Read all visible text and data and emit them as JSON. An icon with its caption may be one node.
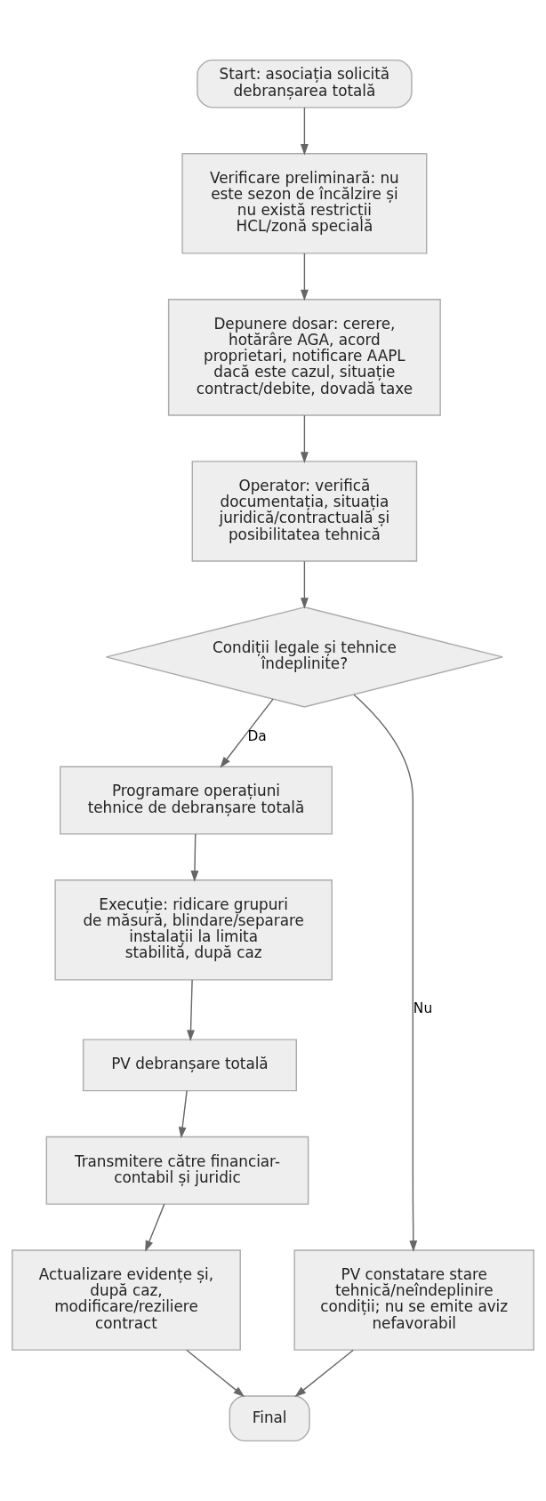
{
  "diagram": {
    "nodes": [
      {
        "text": [
          "Start: asociația solicită debranșarea totală"
        ]
      },
      {
        "text": [
          "Verificare preliminară: nu este sezon de încălzire și nu există restricții HCL/zonă specială"
        ]
      },
      {
        "text": [
          "Depunere dosar: cerere, hotărâre AGA, acord proprietari, notificare AAPL dacă este cazul, situație contract/debite, dovadă taxe"
        ]
      },
      {
        "text": [
          "Operator: verifică documentația, situația juridică/contractuală și posibilitatea tehnică"
        ]
      },
      {
        "text": [
          "Condiții legale și tehnice îndeplinite?"
        ]
      },
      {
        "text": [
          "Programare operațiuni tehnice de debranșare totală"
        ]
      },
      {
        "text": [
          "Execuție: ridicare grupuri de măsură, blindare/separare instalații la limita stabilită, după caz"
        ]
      },
      {
        "text": [
          "PV debranșare totală"
        ]
      },
      {
        "text": [
          "Transmitere către financiar-contabil și juridic"
        ]
      },
      {
        "text": [
          "PV constatare stare tehnică/neîndeplinire condiții; nu se emite aviz nefavorabil"
        ]
      },
      {
        "text": [
          "Actualizare evidențe și, după caz, modificare/reziliere contract"
        ]
      },
      {
        "text": [
          "Final"
        ]
      }
    ],
    "edges": [
      {
        "from": 0,
        "to": 1,
        "arrow": "to"
      },
      {
        "from": 1,
        "to": 2,
        "arrow": "to"
      },
      {
        "from": 2,
        "to": 3,
        "arrow": "to"
      },
      {
        "from": 3,
        "to": 4,
        "arrow": "to"
      },
      {
        "from": 4,
        "to": 5,
        "arrow": "to",
        "label": "Da"
      },
      {
        "from": 5,
        "to": 6,
        "arrow": "to"
      },
      {
        "from": 6,
        "to": 7,
        "arrow": "to"
      },
      {
        "from": 7,
        "to": 8,
        "arrow": "to"
      },
      {
        "from": 8,
        "to": 10,
        "arrow": "to"
      },
      {
        "from": 4,
        "to": 9,
        "arrow": "to",
        "label": "Nu"
      },
      {
        "from": 9,
        "to": 11,
        "arrow": "to"
      },
      {
        "from": 10,
        "to": 11,
        "arrow": "to"
      }
    ]
  }
}
